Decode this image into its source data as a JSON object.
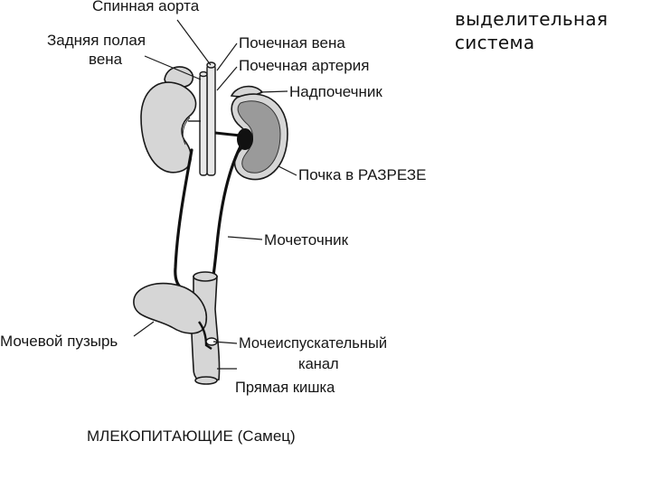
{
  "slide": {
    "title_line1": "выделительная",
    "title_line2": "система"
  },
  "figure": {
    "labels": {
      "dorsal_aorta": "Спинная аорта",
      "posterior_vena_cava_line1": "Задняя полая",
      "posterior_vena_cava_line2": "вена",
      "renal_vein": "Почечная вена",
      "renal_artery": "Почечная артерия",
      "adrenal_gland": "Надпочечник",
      "kidney_section": "Почка в РАЗРЕЗЕ",
      "ureter": "Мочеточник",
      "bladder": "Мочевой пузырь",
      "urethra_line1": "Мочеиспускательный",
      "urethra_line2": "канал",
      "rectum": "Прямая кишка"
    },
    "caption": "МЛЕКОПИТАЮЩИЕ (Самец)"
  }
}
